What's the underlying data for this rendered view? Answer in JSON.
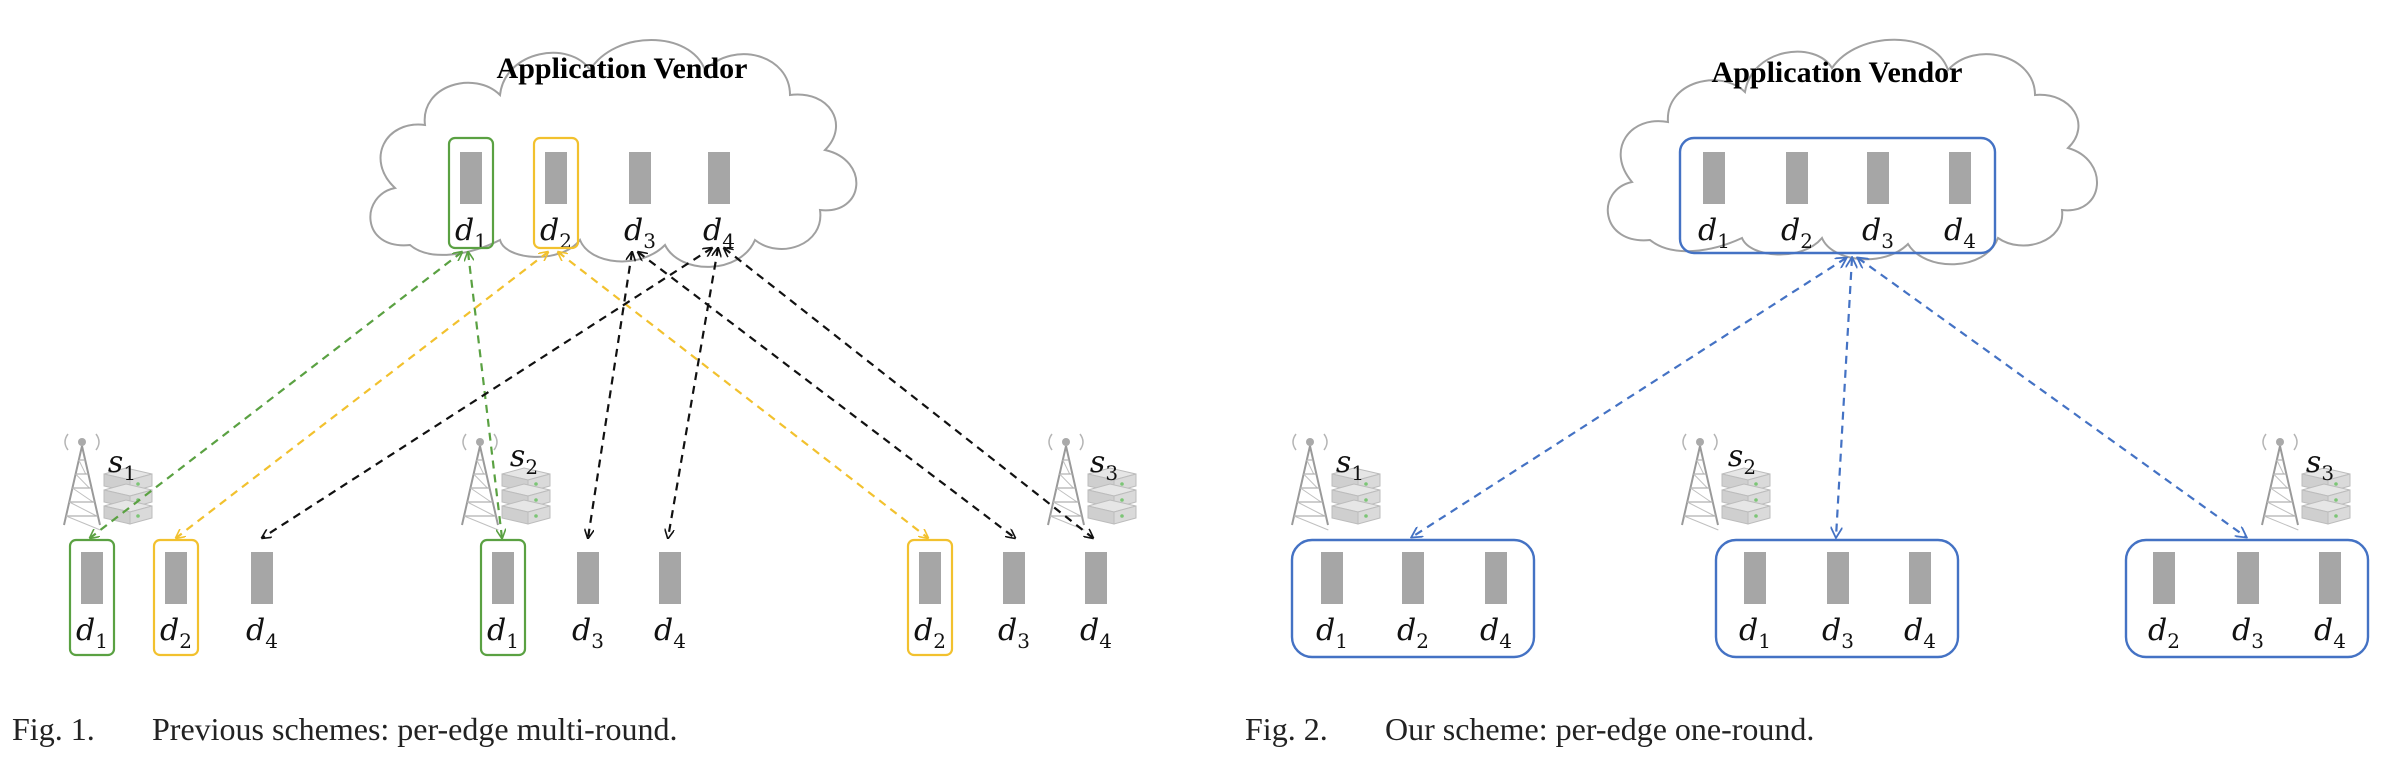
{
  "fig1": {
    "title": "Application Vendor",
    "caption_num": "Fig. 1.",
    "caption_text": "Previous schemes: per-edge multi-round.",
    "vendor_items": [
      {
        "base": "d",
        "sub": "1"
      },
      {
        "base": "d",
        "sub": "2"
      },
      {
        "base": "d",
        "sub": "3"
      },
      {
        "base": "d",
        "sub": "4"
      }
    ],
    "servers": [
      {
        "base": "s",
        "sub": "1",
        "items": [
          {
            "base": "d",
            "sub": "1"
          },
          {
            "base": "d",
            "sub": "2"
          },
          {
            "base": "d",
            "sub": "4"
          }
        ]
      },
      {
        "base": "s",
        "sub": "2",
        "items": [
          {
            "base": "d",
            "sub": "1"
          },
          {
            "base": "d",
            "sub": "3"
          },
          {
            "base": "d",
            "sub": "4"
          }
        ]
      },
      {
        "base": "s",
        "sub": "3",
        "items": [
          {
            "base": "d",
            "sub": "2"
          },
          {
            "base": "d",
            "sub": "3"
          },
          {
            "base": "d",
            "sub": "4"
          }
        ]
      }
    ]
  },
  "fig2": {
    "title": "Application Vendor",
    "caption_num": "Fig. 2.",
    "caption_text": "Our scheme: per-edge one-round.",
    "vendor_items": [
      {
        "base": "d",
        "sub": "1"
      },
      {
        "base": "d",
        "sub": "2"
      },
      {
        "base": "d",
        "sub": "3"
      },
      {
        "base": "d",
        "sub": "4"
      }
    ],
    "servers": [
      {
        "base": "s",
        "sub": "1",
        "items": [
          {
            "base": "d",
            "sub": "1"
          },
          {
            "base": "d",
            "sub": "2"
          },
          {
            "base": "d",
            "sub": "4"
          }
        ]
      },
      {
        "base": "s",
        "sub": "2",
        "items": [
          {
            "base": "d",
            "sub": "1"
          },
          {
            "base": "d",
            "sub": "3"
          },
          {
            "base": "d",
            "sub": "4"
          }
        ]
      },
      {
        "base": "s",
        "sub": "3",
        "items": [
          {
            "base": "d",
            "sub": "2"
          },
          {
            "base": "d",
            "sub": "3"
          },
          {
            "base": "d",
            "sub": "4"
          }
        ]
      }
    ]
  },
  "colors": {
    "green": "#5aa142",
    "yellow": "#f2c12e",
    "black": "#111111",
    "blue": "#4472c4",
    "gray_block": "#a6a6a6",
    "cloud_stroke": "#a0a0a0"
  }
}
